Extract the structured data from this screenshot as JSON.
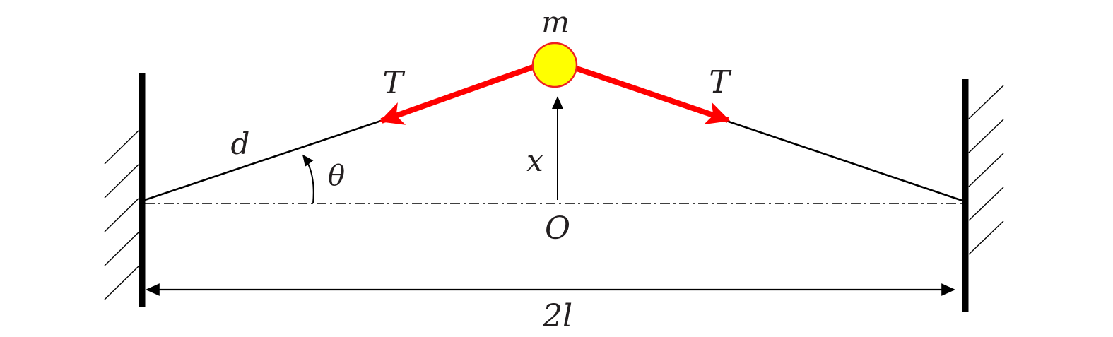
{
  "labels": {
    "mass": "m",
    "tension_left": "T",
    "tension_right": "T",
    "segment": "d",
    "angle": "θ",
    "displacement": "x",
    "origin": "O",
    "span": "2l"
  },
  "colors": {
    "tension_arrow": "#ff0000",
    "mass_fill": "#ffff00",
    "mass_stroke": "#ee2020",
    "ink": "#000000"
  },
  "icons": {
    "left_wall": "hatched-wall-icon",
    "right_wall": "hatched-wall-icon",
    "mass": "ball-icon"
  }
}
